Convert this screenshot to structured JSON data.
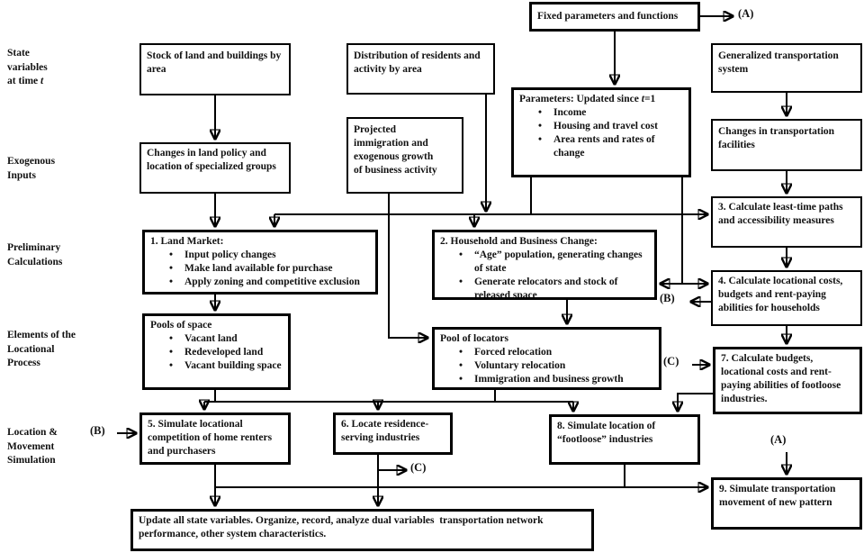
{
  "refs": {
    "a": "(A)",
    "b": "(B)",
    "c": "(C)"
  },
  "side_labels": {
    "state": {
      "text": "State\nvariables\nat time ",
      "italic": "t"
    },
    "exogenous": {
      "text": "Exogenous\nInputs"
    },
    "preliminary": {
      "text": "Preliminary\nCalculations"
    },
    "elements": {
      "text": "Elements of the\nLocational\nProcess"
    },
    "location": {
      "text": "Location &\nMovement\nSimulation"
    }
  },
  "boxes": {
    "fixed_params": {
      "text": "Fixed parameters and functions"
    },
    "stock": {
      "text": "Stock of land and buildings by area"
    },
    "distribution": {
      "text": "Distribution of residents and activity by area"
    },
    "gen_transport": {
      "text": "Generalized transportation system"
    },
    "parameters": {
      "title_pre": "Parameters: Updated since ",
      "title_it": "t",
      "title_post": "=1",
      "items": [
        "Income",
        "Housing and travel cost",
        "Area rents and rates of change"
      ]
    },
    "projected": {
      "text": "Projected\nimmigration and\nexogenous growth\nof business activity"
    },
    "changes_transport": {
      "text": "Changes in transportation facilities"
    },
    "changes_land": {
      "text": "Changes in land policy and location of specialized groups"
    },
    "calc3": {
      "text": "3. Calculate least-time paths and accessibility measures"
    },
    "land_market": {
      "title": "1. Land Market:",
      "items": [
        "Input policy changes",
        "Make land available for purchase",
        "Apply zoning and competitive exclusion"
      ]
    },
    "household_change": {
      "title": "2. Household and Business Change:",
      "items": [
        "“Age” population, generating changes of state",
        "Generate relocators and stock of released space"
      ]
    },
    "calc4": {
      "text": "4. Calculate locational costs, budgets and rent-paying abilities for households"
    },
    "pools_space": {
      "title": "Pools of space",
      "items": [
        "Vacant land",
        "Redeveloped land",
        "Vacant building space"
      ]
    },
    "pool_locators": {
      "title": "Pool of locators",
      "items": [
        "Forced relocation",
        "Voluntary relocation",
        "Immigration and business growth"
      ]
    },
    "calc7": {
      "text": "7. Calculate budgets, locational costs and rent-paying abilities of footloose industries."
    },
    "sim5": {
      "text": "5. Simulate locational competition of home renters and purchasers"
    },
    "locate6": {
      "text": "6. Locate residence-serving industries"
    },
    "sim8": {
      "text": "8. Simulate location of “footloose” industries"
    },
    "sim9": {
      "text": "9. Simulate transportation movement of new pattern"
    },
    "update": {
      "text": "Update all state variables. Organize, record, analyze dual variables  transportation network performance, other system characteristics."
    }
  }
}
